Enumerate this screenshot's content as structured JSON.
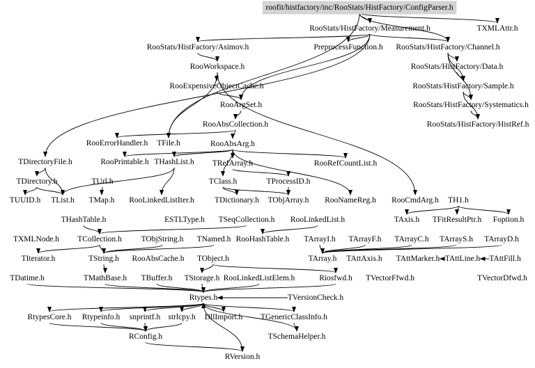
{
  "diagram": {
    "type": "include-dependency-graph",
    "root": "roofit/histfactory/inc/RooStats/HistFactory/ConfigParser.h",
    "colors": {
      "root_fill": "#d3d3d3",
      "edge": "#000000",
      "text": "#000000",
      "background": "#ffffff"
    },
    "nodes": [
      {
        "id": "configparser",
        "label": "roofit/histfactory/inc/RooStats/HistFactory/ConfigParser.h",
        "root": true
      },
      {
        "id": "measurement",
        "label": "RooStats/HistFactory/Measurement.h"
      },
      {
        "id": "txmlattr",
        "label": "TXMLAttr.h"
      },
      {
        "id": "asimov",
        "label": "RooStats/HistFactory/Asimov.h"
      },
      {
        "id": "preprocess",
        "label": "PreprocessFunction.h"
      },
      {
        "id": "channel",
        "label": "RooStats/HistFactory/Channel.h"
      },
      {
        "id": "rooworkspace",
        "label": "RooWorkspace.h"
      },
      {
        "id": "data",
        "label": "RooStats/HistFactory/Data.h"
      },
      {
        "id": "expcache",
        "label": "RooExpensiveObjectCache.h"
      },
      {
        "id": "sample",
        "label": "RooStats/HistFactory/Sample.h"
      },
      {
        "id": "rooargset",
        "label": "RooArgSet.h"
      },
      {
        "id": "systematics",
        "label": "RooStats/HistFactory/Systematics.h"
      },
      {
        "id": "histref",
        "label": "RooStats/HistFactory/HistRef.h"
      },
      {
        "id": "rooabscollection",
        "label": "RooAbsCollection.h"
      },
      {
        "id": "rooerrorhandler",
        "label": "RooErrorHandler.h"
      },
      {
        "id": "tfile",
        "label": "TFile.h"
      },
      {
        "id": "rooabsarg",
        "label": "RooAbsArg.h"
      },
      {
        "id": "tdirectoryfile",
        "label": "TDirectoryFile.h"
      },
      {
        "id": "rooprintable",
        "label": "RooPrintable.h"
      },
      {
        "id": "thashlist",
        "label": "THashList.h"
      },
      {
        "id": "trefarray",
        "label": "TRefArray.h"
      },
      {
        "id": "roorefcountlist",
        "label": "RooRefCountList.h"
      },
      {
        "id": "tdirectory",
        "label": "TDirectory.h"
      },
      {
        "id": "turl",
        "label": "TUrl.h"
      },
      {
        "id": "tclass",
        "label": "TClass.h"
      },
      {
        "id": "tprocessid",
        "label": "TProcessID.h"
      },
      {
        "id": "tuuid",
        "label": "TUUID.h"
      },
      {
        "id": "tlist",
        "label": "TList.h"
      },
      {
        "id": "tmap",
        "label": "TMap.h"
      },
      {
        "id": "roolinkedlistiter",
        "label": "RooLinkedListIter.h"
      },
      {
        "id": "tdictionary",
        "label": "TDictionary.h"
      },
      {
        "id": "tobjarray",
        "label": "TObjArray.h"
      },
      {
        "id": "roonamereg",
        "label": "RooNameReg.h"
      },
      {
        "id": "roocmdarg",
        "label": "RooCmdArg.h"
      },
      {
        "id": "th1",
        "label": "TH1.h"
      },
      {
        "id": "thashtable",
        "label": "THashTable.h"
      },
      {
        "id": "estltype",
        "label": "ESTLType.h"
      },
      {
        "id": "tseqcollection",
        "label": "TSeqCollection.h"
      },
      {
        "id": "roolinkedlist",
        "label": "RooLinkedList.h"
      },
      {
        "id": "taxis",
        "label": "TAxis.h"
      },
      {
        "id": "tfitresultptr",
        "label": "TFitResultPtr.h"
      },
      {
        "id": "foption",
        "label": "Foption.h"
      },
      {
        "id": "txmlnode",
        "label": "TXMLNode.h"
      },
      {
        "id": "tcollection",
        "label": "TCollection.h"
      },
      {
        "id": "tobjstring",
        "label": "TObjString.h"
      },
      {
        "id": "tnamed",
        "label": "TNamed.h"
      },
      {
        "id": "roohashtable",
        "label": "RooHashTable.h"
      },
      {
        "id": "tarrayi",
        "label": "TArrayI.h"
      },
      {
        "id": "tarrayf",
        "label": "TArrayF.h"
      },
      {
        "id": "tarrayc",
        "label": "TArrayC.h"
      },
      {
        "id": "tarrays",
        "label": "TArrayS.h"
      },
      {
        "id": "tarrayd",
        "label": "TArrayD.h"
      },
      {
        "id": "titerator",
        "label": "TIterator.h"
      },
      {
        "id": "tstring",
        "label": "TString.h"
      },
      {
        "id": "rooabscache",
        "label": "RooAbsCache.h"
      },
      {
        "id": "tobject",
        "label": "TObject.h"
      },
      {
        "id": "tarray",
        "label": "TArray.h"
      },
      {
        "id": "tattaxis",
        "label": "TAttAxis.h"
      },
      {
        "id": "tattmarker",
        "label": "TAttMarker.h"
      },
      {
        "id": "tattline",
        "label": "TAttLine.h"
      },
      {
        "id": "tattfill",
        "label": "TAttFill.h"
      },
      {
        "id": "tdatime",
        "label": "TDatime.h"
      },
      {
        "id": "tmathbase",
        "label": "TMathBase.h"
      },
      {
        "id": "tbuffer",
        "label": "TBuffer.h"
      },
      {
        "id": "tstorage",
        "label": "TStorage.h"
      },
      {
        "id": "roolinkedlistelem",
        "label": "RooLinkedListElem.h"
      },
      {
        "id": "riosfwd",
        "label": "Riosfwd.h"
      },
      {
        "id": "tvectorffwd",
        "label": "TVectorFfwd.h"
      },
      {
        "id": "tvectordfwd",
        "label": "TVectorDfwd.h"
      },
      {
        "id": "rtypes",
        "label": "Rtypes.h"
      },
      {
        "id": "tversioncheck",
        "label": "TVersionCheck.h"
      },
      {
        "id": "rtypescore",
        "label": "RtypesCore.h"
      },
      {
        "id": "rtypeinfo",
        "label": "Rtypeinfo.h"
      },
      {
        "id": "snprintf",
        "label": "snprintf.h"
      },
      {
        "id": "strlcpy",
        "label": "strlcpy.h"
      },
      {
        "id": "dllimport",
        "label": "DllImport.h"
      },
      {
        "id": "tgenericclassinfo",
        "label": "TGenericClassInfo.h"
      },
      {
        "id": "rconfig",
        "label": "RConfig.h"
      },
      {
        "id": "tschemahelper",
        "label": "TSchemaHelper.h"
      },
      {
        "id": "rversion",
        "label": "RVersion.h"
      }
    ],
    "edges": [
      [
        "configparser",
        "measurement"
      ],
      [
        "configparser",
        "txmlattr"
      ],
      [
        "configparser",
        "channel"
      ],
      [
        "configparser",
        "tfile"
      ],
      [
        "measurement",
        "asimov"
      ],
      [
        "measurement",
        "preprocess"
      ],
      [
        "measurement",
        "channel"
      ],
      [
        "measurement",
        "rooargset"
      ],
      [
        "measurement",
        "tdirectoryfile"
      ],
      [
        "channel",
        "data"
      ],
      [
        "channel",
        "sample"
      ],
      [
        "channel",
        "systematics"
      ],
      [
        "data",
        "sample"
      ],
      [
        "sample",
        "systematics"
      ],
      [
        "sample",
        "histref"
      ],
      [
        "systematics",
        "histref"
      ],
      [
        "asimov",
        "rooworkspace"
      ],
      [
        "rooworkspace",
        "expcache"
      ],
      [
        "rooworkspace",
        "tfile"
      ],
      [
        "rooworkspace",
        "roocmdarg"
      ],
      [
        "expcache",
        "rooargset"
      ],
      [
        "rooargset",
        "rooabscollection"
      ],
      [
        "rooabscollection",
        "rooabsarg"
      ],
      [
        "rooabscollection",
        "rooerrorhandler"
      ],
      [
        "rooabsarg",
        "trefarray"
      ],
      [
        "rooabsarg",
        "roorefcountlist"
      ],
      [
        "rooabsarg",
        "rooprintable"
      ],
      [
        "rooabsarg",
        "thashlist"
      ],
      [
        "rooabsarg",
        "tclass"
      ],
      [
        "rooabsarg",
        "roonamereg"
      ],
      [
        "trefarray",
        "tprocessid"
      ],
      [
        "tprocessid",
        "tobjarray"
      ],
      [
        "tclass",
        "tdictionary"
      ],
      [
        "tclass",
        "tobjarray"
      ],
      [
        "tdirectoryfile",
        "tdirectory"
      ],
      [
        "tdirectoryfile",
        "tlist"
      ],
      [
        "tdirectory",
        "tuuid"
      ],
      [
        "tdirectory",
        "tlist"
      ],
      [
        "turl",
        "tmap"
      ],
      [
        "thashlist",
        "tlist"
      ],
      [
        "thashlist",
        "roolinkedlistiter"
      ],
      [
        "th1",
        "taxis"
      ],
      [
        "th1",
        "tfitresultptr"
      ],
      [
        "th1",
        "foption"
      ],
      [
        "thashtable",
        "tcollection"
      ],
      [
        "tseqcollection",
        "tcollection"
      ],
      [
        "roolinkedlist",
        "roohashtable"
      ],
      [
        "tcollection",
        "tstring"
      ],
      [
        "tcollection",
        "titerator"
      ],
      [
        "tobjstring",
        "tstring"
      ],
      [
        "tnamed",
        "tstring"
      ],
      [
        "tarrayi",
        "tarray"
      ],
      [
        "tarrayf",
        "tarray"
      ],
      [
        "tarrayc",
        "tarray"
      ],
      [
        "tarrays",
        "tarray"
      ],
      [
        "tarrayd",
        "tarray"
      ],
      [
        "tattfill",
        "tattline"
      ],
      [
        "tattline",
        "tattmarker"
      ],
      [
        "tstring",
        "tmathbase"
      ],
      [
        "tstorage",
        "rtypes"
      ],
      [
        "tobject",
        "riosfwd"
      ],
      [
        "tobject",
        "tstorage"
      ],
      [
        "roolinkedlistelem",
        "rtypes"
      ],
      [
        "riosfwd",
        "rtypes"
      ],
      [
        "tversioncheck",
        "rtypes"
      ],
      [
        "tdatime",
        "rtypes"
      ],
      [
        "tmathbase",
        "rtypes"
      ],
      [
        "tbuffer",
        "rtypes"
      ],
      [
        "rtypes",
        "rtypescore"
      ],
      [
        "rtypes",
        "rtypeinfo"
      ],
      [
        "rtypes",
        "snprintf"
      ],
      [
        "rtypes",
        "strlcpy"
      ],
      [
        "rtypes",
        "dllimport"
      ],
      [
        "rtypes",
        "tgenericclassinfo"
      ],
      [
        "rtypescore",
        "rconfig"
      ],
      [
        "rtypeinfo",
        "rconfig"
      ],
      [
        "snprintf",
        "rconfig"
      ],
      [
        "strlcpy",
        "rconfig"
      ],
      [
        "tgenericclassinfo",
        "tschemahelper"
      ],
      [
        "tschemahelper",
        "rtypes"
      ],
      [
        "rconfig",
        "rversion"
      ],
      [
        "rtypes",
        "rversion"
      ]
    ]
  }
}
